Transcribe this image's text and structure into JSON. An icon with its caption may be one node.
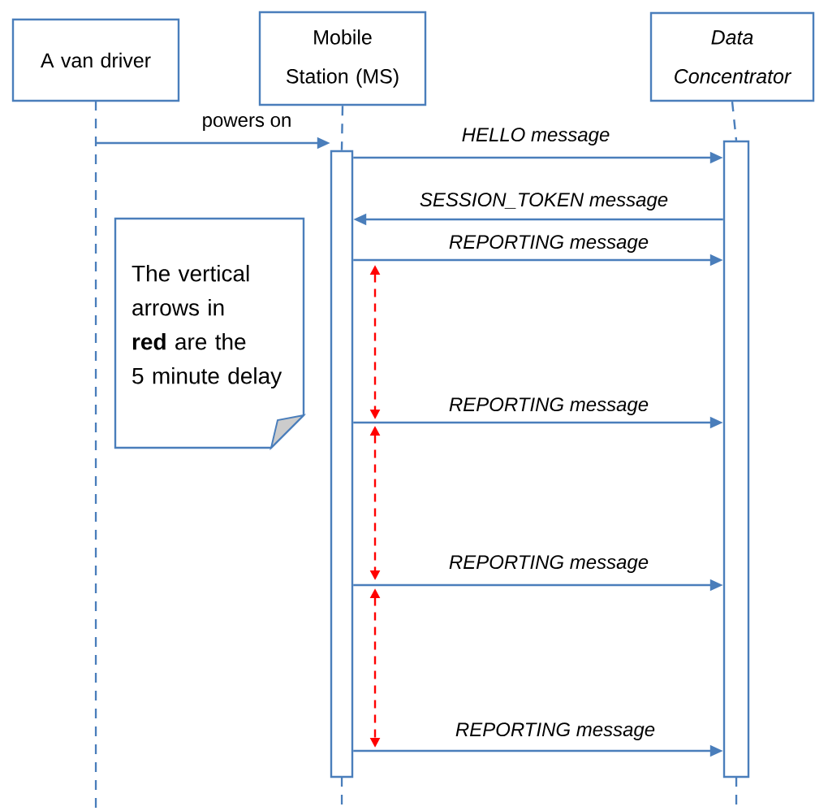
{
  "diagram": {
    "nodes": [
      {
        "text": [
          "A van driver"
        ]
      },
      {
        "text": [
          "Mobile Station (MS)"
        ]
      },
      {
        "text": [
          "Data Concentrator"
        ]
      },
      {
        "text": [
          "The vertical arrows in **red** are the 5 minute delay"
        ]
      },
      {
        "text": [],
        "shape": "bar"
      },
      {
        "text": [],
        "shape": "bar"
      }
    ],
    "edges": [
      {
        "from": 0,
        "to": 4,
        "arrow": "to",
        "label": "powers on"
      },
      {
        "from": 1,
        "to": 4,
        "arrow": "none",
        "style": "dashed"
      },
      {
        "from": 2,
        "to": 5,
        "arrow": "none",
        "style": "dashed"
      },
      {
        "from": 4,
        "to": 5,
        "arrow": "to",
        "label": "HELLO message"
      },
      {
        "from": 5,
        "to": 4,
        "arrow": "to",
        "label": "SESSION_TOKEN message"
      },
      {
        "from": 4,
        "to": 5,
        "arrow": "to",
        "label": "REPORTING message"
      },
      {
        "from": 4,
        "to": 5,
        "arrow": "to",
        "label": "REPORTING message"
      },
      {
        "from": 4,
        "to": 5,
        "arrow": "to",
        "label": "REPORTING message"
      },
      {
        "from": 4,
        "to": 5,
        "arrow": "to",
        "label": "REPORTING message"
      }
    ]
  }
}
